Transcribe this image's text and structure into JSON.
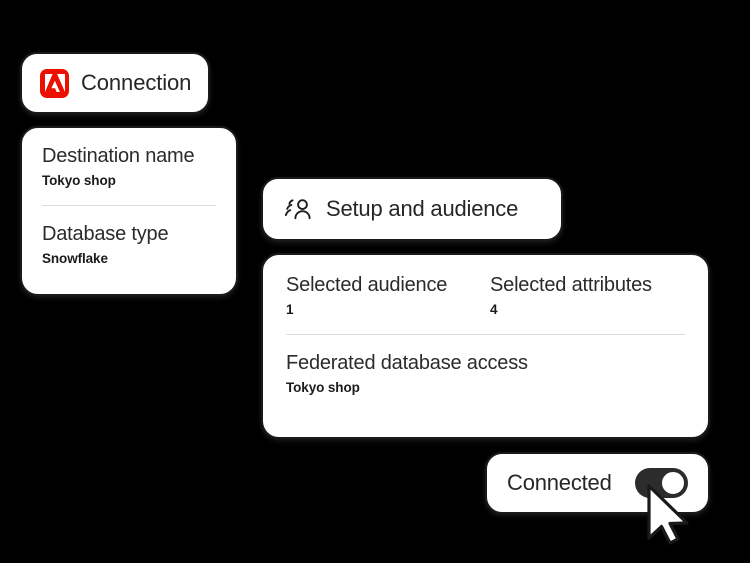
{
  "background_color": "#000000",
  "card_color": "#FFFFFF",
  "accent_color": "#EB1000",
  "text_color": "#262626",
  "divider_color": "#DCDCDC",
  "toggle_color": "#2C2C2C",
  "connection": {
    "logo_icon": "adobe-logo-icon",
    "label": "Connection"
  },
  "destination": {
    "fields": [
      {
        "label": "Destination name",
        "value": "Tokyo shop"
      },
      {
        "label": "Database type",
        "value": "Snowflake"
      }
    ]
  },
  "setup": {
    "icon": "audience-icon",
    "label": "Setup and audience"
  },
  "details": {
    "stats": [
      {
        "label": "Selected audience",
        "value": "1"
      },
      {
        "label": "Selected attributes",
        "value": "4"
      }
    ],
    "federated": {
      "label": "Federated database access",
      "value": "Tokyo shop"
    }
  },
  "connected": {
    "label": "Connected",
    "toggle_state": "on",
    "toggle_icon": "toggle-switch-icon"
  },
  "cursor": {
    "icon": "mouse-pointer-icon"
  }
}
